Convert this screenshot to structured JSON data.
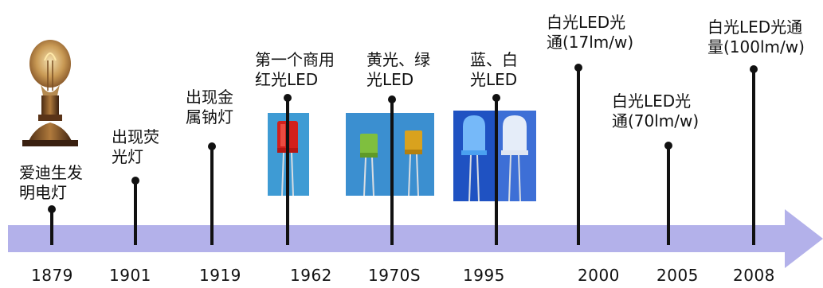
{
  "colors": {
    "timeline_band": "#b3b1ea",
    "marker": "#111111",
    "photo_bg_red_led": "#3e9bd4",
    "photo_bg_yellow_green": "#3b8fd0",
    "photo_bg_blue_white": "#1f52c2"
  },
  "events": [
    {
      "year": "1879",
      "label_lines": [
        "爱迪生发",
        "明电灯"
      ]
    },
    {
      "year": "1901",
      "label_lines": [
        "出现荧",
        "光灯"
      ]
    },
    {
      "year": "1919",
      "label_lines": [
        "出现金",
        "属钠灯"
      ]
    },
    {
      "year": "1962",
      "label_lines": [
        "第一个商用",
        "红光LED"
      ]
    },
    {
      "year": "1970S",
      "label_lines": [
        "黄光、绿",
        "光LED"
      ]
    },
    {
      "year": "1995",
      "label_lines": [
        "蓝、白",
        "光LED"
      ]
    },
    {
      "year": "2000",
      "label_lines": [
        "白光LED光",
        "通(17lm/w)"
      ]
    },
    {
      "year": "2005",
      "label_lines": [
        "白光LED光",
        "通(70lm/w)"
      ]
    },
    {
      "year": "2008",
      "label_lines": [
        "白光LED光通",
        "量(100lm/w)"
      ]
    }
  ],
  "photos": [
    {
      "id": "edison-bulb",
      "icon": "incandescent-bulb"
    },
    {
      "id": "red-led",
      "icon": "red-led"
    },
    {
      "id": "yellow-green-led",
      "icon": "yellow-green-led"
    },
    {
      "id": "blue-white-led",
      "icon": "blue-white-led"
    }
  ]
}
